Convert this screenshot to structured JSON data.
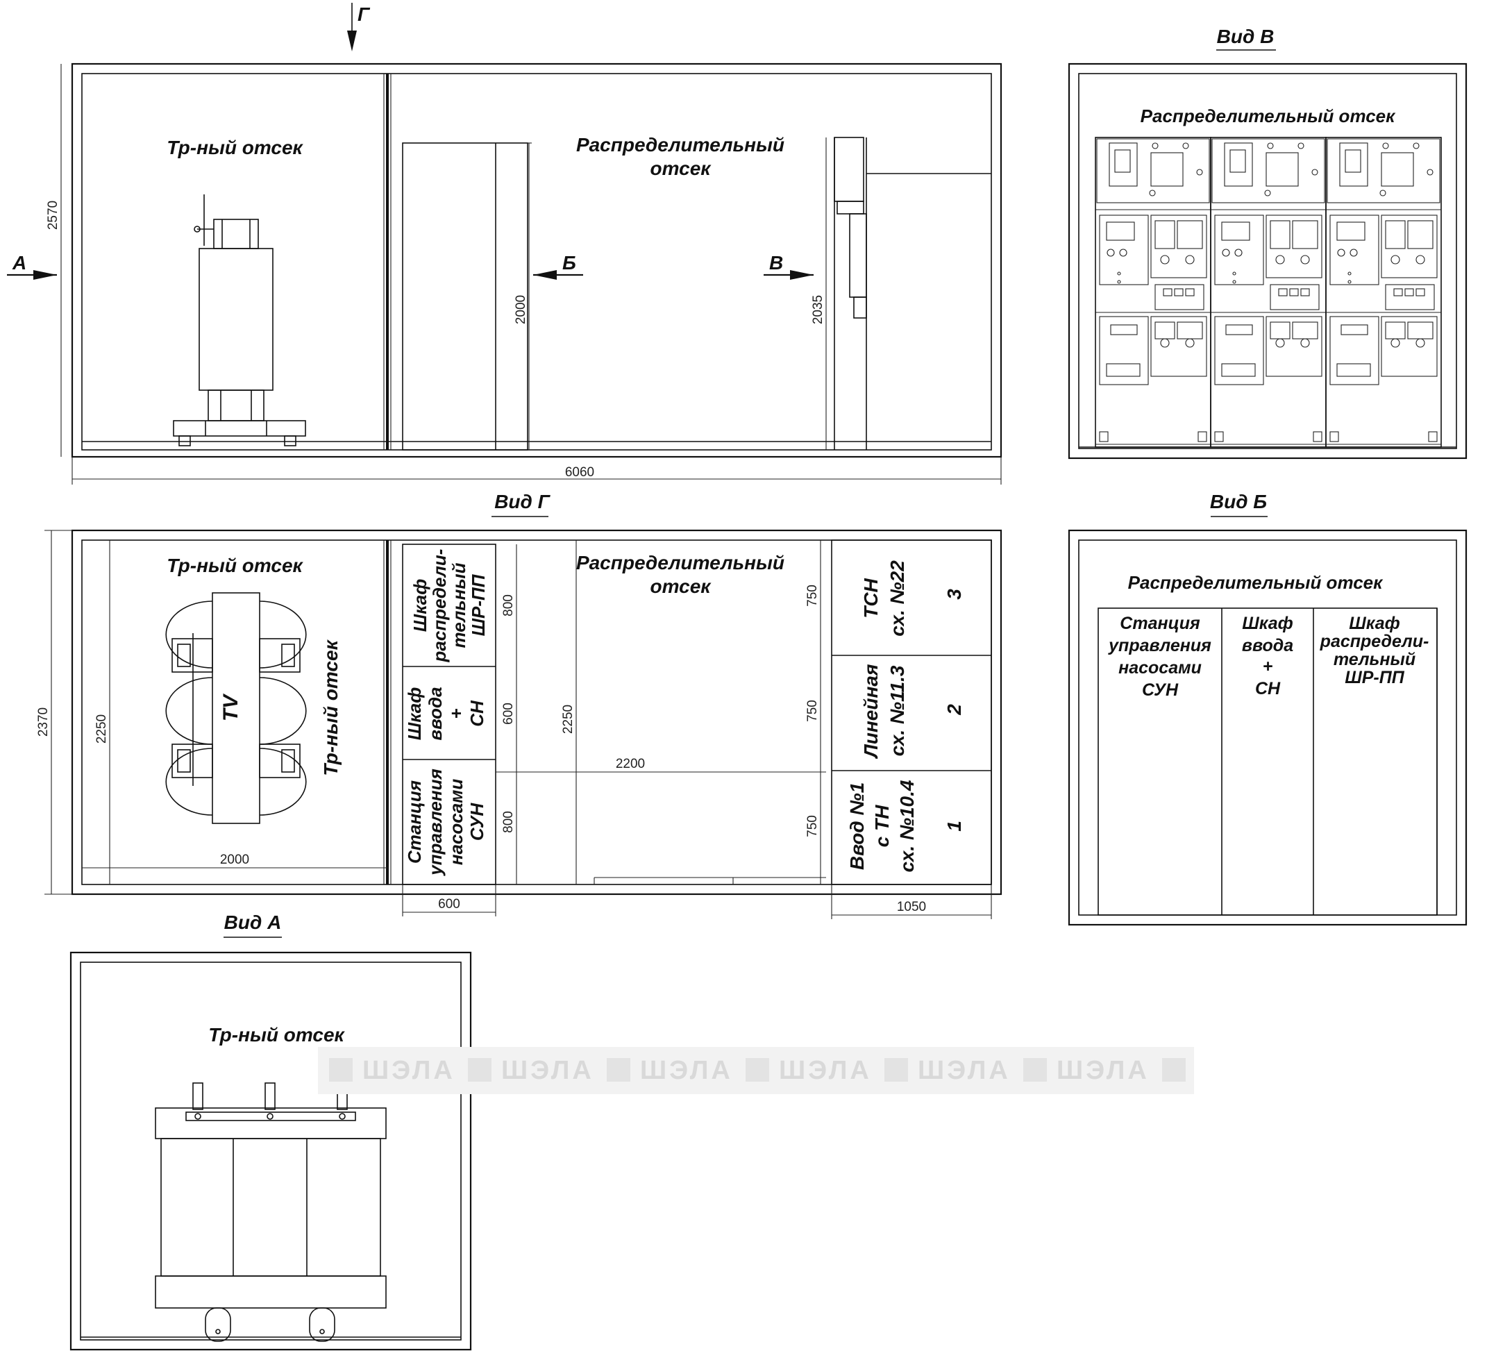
{
  "views": {
    "vid_v": "Вид В",
    "vid_g": "Вид Г",
    "vid_b": "Вид Б",
    "vid_a": "Вид А"
  },
  "arrows": {
    "a": "А",
    "b": "Б",
    "v": "В",
    "g": "Г"
  },
  "compartments": {
    "transformer": "Тр-ный отсек",
    "distribution_line1": "Распределительный",
    "distribution_line2": "отсек",
    "distribution_full": "Распределительный отсек"
  },
  "dimensions": {
    "overall_length": "6060",
    "height_left": "2570",
    "door_height": "2000",
    "cabinet_height": "2035",
    "plan_width": "2370",
    "inner_width": "2250",
    "inner_width_right": "2250",
    "tr_length": "2000",
    "cab_depth": "600",
    "aisle": "2200",
    "right_depth": "1050",
    "d_800_top": "800",
    "d_600": "600",
    "d_800_bot": "800",
    "d_750_a": "750",
    "d_750_b": "750",
    "d_750_c": "750"
  },
  "plan_cabinets": {
    "shr_pp": [
      "Шкаф",
      "распредели-",
      "тельный",
      "ШР-ПП"
    ],
    "vvod_sn": [
      "Шкаф",
      "ввода",
      "+",
      "СН"
    ],
    "sun": [
      "Станция",
      "управления",
      "насосами",
      "СУН"
    ],
    "tv": "TV"
  },
  "plan_cells": {
    "tsn": {
      "name": [
        "ТСН",
        "сх. №22"
      ],
      "num": "3"
    },
    "line": {
      "name": [
        "Линейная",
        "сх. №11.3"
      ],
      "num": "2"
    },
    "vvod": {
      "name": [
        "Ввод №1",
        "с ТН",
        "сх. №10.4"
      ],
      "num": "1"
    }
  },
  "vid_b_cabinets": {
    "sun": [
      "Станция",
      "управления",
      "насосами",
      "СУН"
    ],
    "vvod": [
      "Шкаф",
      "ввода",
      "+",
      "СН"
    ],
    "shr": [
      "Шкаф",
      "распредели-",
      "тельный",
      "ШР-ПП"
    ]
  },
  "watermark": [
    "ШЭЛА",
    "ШЭЛА",
    "ШЭЛА",
    "ШЭЛА",
    "ШЭЛА",
    "ШЭЛА"
  ]
}
